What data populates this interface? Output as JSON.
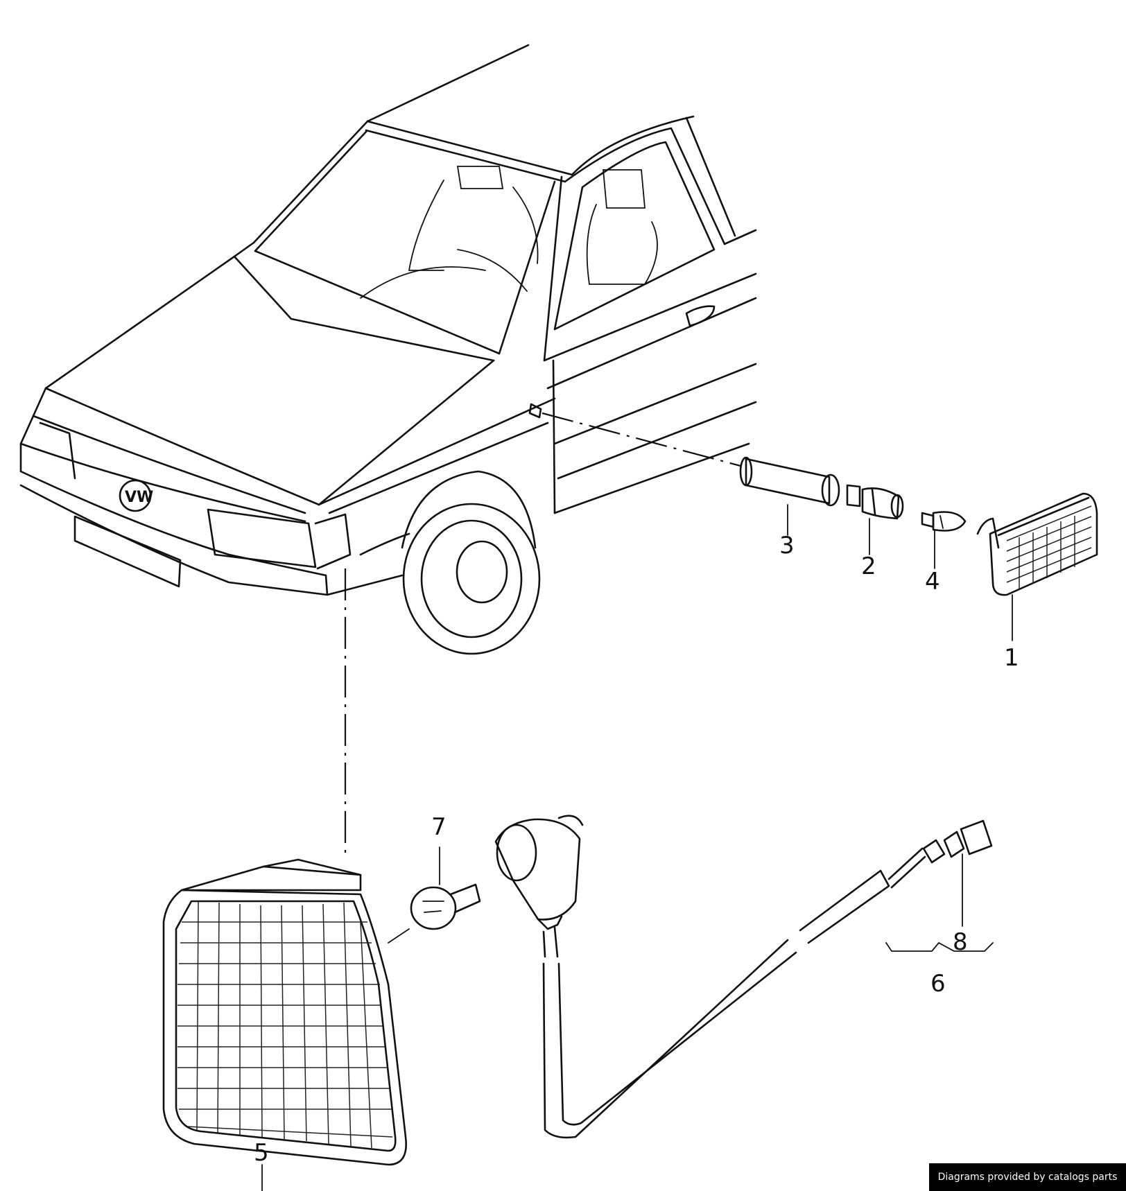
{
  "diagram": {
    "callouts": [
      {
        "id": "1",
        "label": "1",
        "part": "side-marker-lamp"
      },
      {
        "id": "2",
        "label": "2",
        "part": "bulb-socket"
      },
      {
        "id": "3",
        "label": "3",
        "part": "sleeve-housing"
      },
      {
        "id": "4",
        "label": "4",
        "part": "wedge-bulb"
      },
      {
        "id": "5",
        "label": "5",
        "part": "front-turn-signal-lens"
      },
      {
        "id": "6",
        "label": "6",
        "part": "wiring-harness-assembly"
      },
      {
        "id": "7",
        "label": "7",
        "part": "turn-signal-bulb"
      },
      {
        "id": "8",
        "label": "8",
        "part": "connector"
      }
    ],
    "logo_text": "VW"
  },
  "footer": {
    "text": "Diagrams provided by catalogs parts"
  },
  "colors": {
    "line": "#111111",
    "background": "#ffffff",
    "footer_bg": "#000000",
    "footer_text": "#ffffff"
  }
}
